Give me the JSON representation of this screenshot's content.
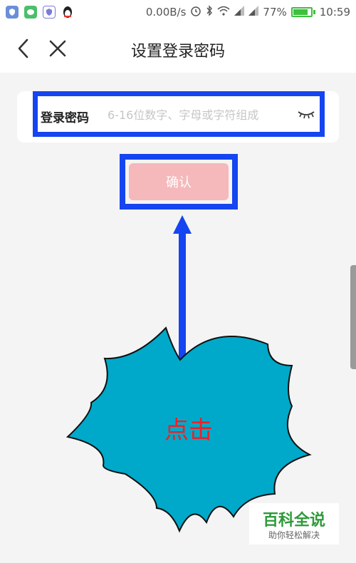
{
  "status_bar": {
    "network_speed": "0.00B/s",
    "battery_percent": "77%",
    "time": "10:59",
    "icons": [
      "shield-icon",
      "chat-bubble-icon",
      "security-icon",
      "penguin-icon",
      "alarm-icon",
      "bluetooth-icon",
      "wifi-icon",
      "signal-icon",
      "signal-icon",
      "battery-icon"
    ]
  },
  "nav": {
    "title": "设置登录密码"
  },
  "form": {
    "label": "登录密码",
    "placeholder": "6-16位数字、字母或字符组成",
    "value": ""
  },
  "confirm": {
    "label": "确认"
  },
  "annotation": {
    "text": "点击"
  },
  "watermark": {
    "title": "百科全说",
    "subtitle": "助你轻松解决"
  },
  "colors": {
    "accent_frame": "#1545f0",
    "button_disabled": "#f5b8bb",
    "burst_fill": "#00a9c9",
    "annotation_text": "#e8232a"
  }
}
